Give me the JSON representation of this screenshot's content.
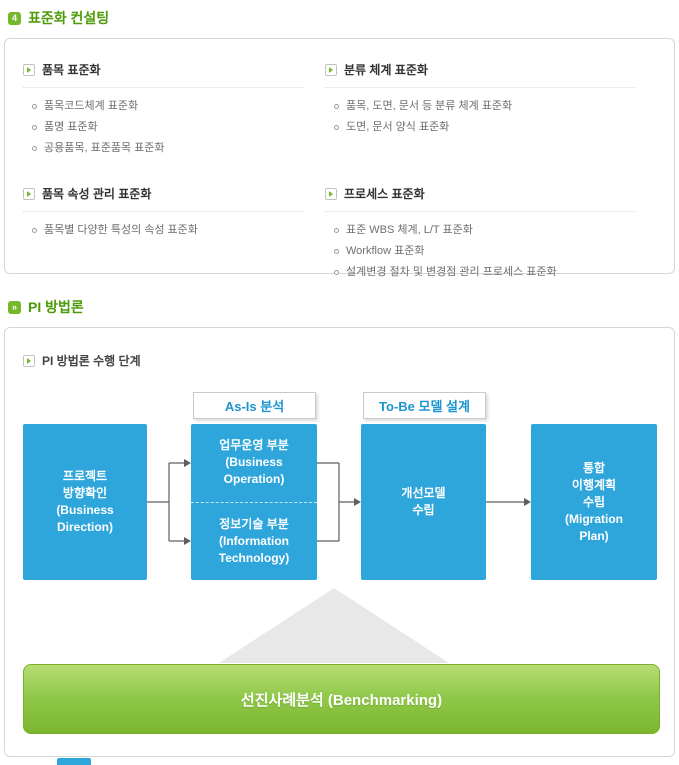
{
  "colors": {
    "green_title": "#4c9b08",
    "badge_green": "#76b82a",
    "box_blue": "#2fa6db",
    "label_blue": "#1d95d1",
    "bar_green": "#8fc848",
    "up_arrow_gray": "#e8e8e8"
  },
  "section_standardization": {
    "badge": "4",
    "title": "표준화 컨설팅",
    "groups": [
      {
        "title": "품목 표준화",
        "items": [
          "품목코드체계 표준화",
          "품명 표준화",
          "공용품목, 표준품목 표준화"
        ]
      },
      {
        "title": "분류 체계 표준화",
        "items": [
          "품목, 도면, 문서 등 분류 체계 표준화",
          "도면, 문서 양식 표준화"
        ]
      },
      {
        "title": "품목 속성 관리 표준화",
        "items": [
          "품목별 다양한 특성의 속성 표준화"
        ]
      },
      {
        "title": "프로세스 표준화",
        "items": [
          "표준 WBS 체계, L/T 표준화",
          "Workflow 표준화",
          "설계변경 절차 및 변경점 관리 프로세스 표준화"
        ]
      }
    ]
  },
  "section_pi": {
    "badge": "»",
    "title": "PI 방법론",
    "subtitle": "PI 방법론 수행 단계",
    "phase_labels": {
      "asis": "As-Is 분석",
      "tobe": "To-Be 모델 설계"
    },
    "flow": {
      "step1": "프로젝트\n방향확인\n(Business\nDirection)",
      "step2_top": "업무운영 부분\n(Business\nOperation)",
      "step2_bottom": "정보기술 부분\n(Information\nTechnology)",
      "step3": "개선모델\n수립",
      "step4": "통합\n이행계획\n수립\n(Migration\nPlan)"
    },
    "benchmarking": "선진사례분석 (Benchmarking)"
  }
}
